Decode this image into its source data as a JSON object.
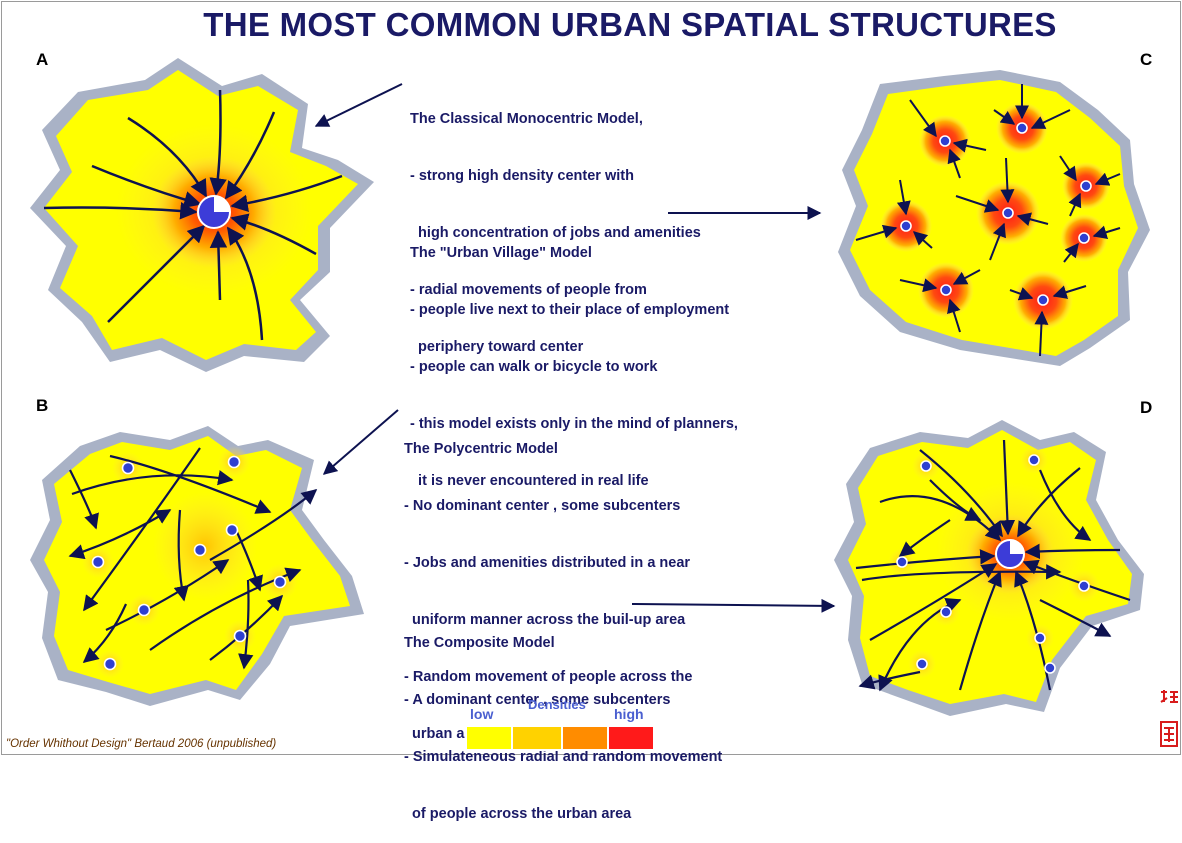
{
  "title": "THE MOST COMMON URBAN SPATIAL STRUCTURES",
  "panels": {
    "a_letter": "A",
    "b_letter": "B",
    "c_letter": "C",
    "d_letter": "D"
  },
  "descriptions": {
    "monocentric": [
      "The Classical Monocentric Model,",
      "- strong high density center with",
      "  high concentration of jobs and amenities",
      "- radial movements of people from",
      "  periphery toward center"
    ],
    "urban_village": [
      "The \"Urban Village\" Model",
      "- people live next to their place of employment",
      "- people can walk or bicycle to work",
      "- this model exists only in the mind of planners,",
      "  it is never encountered in real life"
    ],
    "polycentric": [
      "The Polycentric Model",
      "- No dominant center , some subcenters",
      "- Jobs and amenities distributed in a near",
      "  uniform manner across the buil-up area",
      "- Random movement of people across the",
      "  urban area"
    ],
    "composite": [
      "The Composite Model",
      "- A dominant center , some subcenters",
      "- Simulateneous radial and random movement",
      "  of people across the urban area"
    ]
  },
  "legend": {
    "title": "Densities",
    "low": "low",
    "high": "high",
    "colors": [
      "#ffff00",
      "#ffd200",
      "#ff8c00",
      "#ff1a1a"
    ]
  },
  "credit": "\"Order Whithout Design\" Bertaud 2006 (unpublished)"
}
